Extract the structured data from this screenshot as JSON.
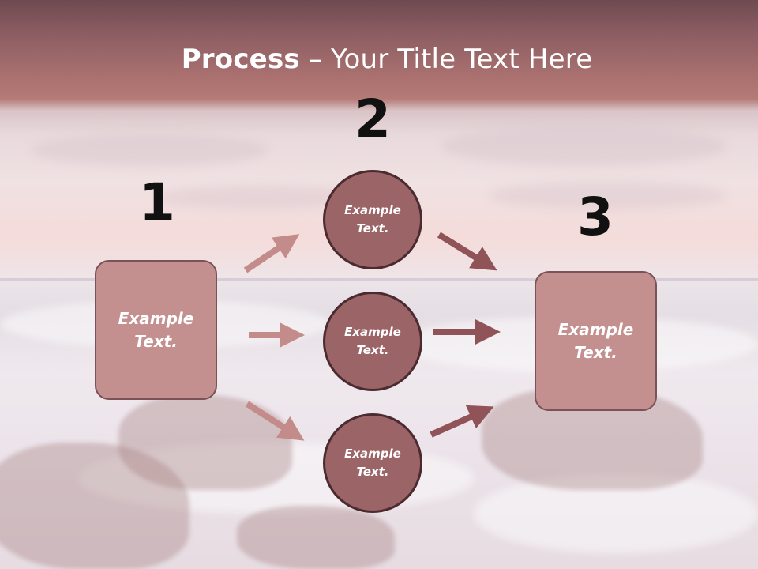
{
  "slide": {
    "title_bold": "Process",
    "title_rest": " – Your Title Text Here",
    "steps": [
      {
        "number": "1",
        "text_line1": "Example",
        "text_line2": "Text."
      },
      {
        "number": "2"
      },
      {
        "number": "3",
        "text_line1": "Example",
        "text_line2": "Text."
      }
    ],
    "circles": [
      {
        "text_line1": "Example",
        "text_line2": "Text."
      },
      {
        "text_line1": "Example",
        "text_line2": "Text."
      },
      {
        "text_line1": "Example",
        "text_line2": "Text."
      }
    ],
    "colors": {
      "box_fill": "#c4908f",
      "circle_fill": "#9b6467",
      "arrow_light": "#c48b8b",
      "arrow_dark": "#8f5358",
      "header_band": "#a9706f"
    }
  }
}
